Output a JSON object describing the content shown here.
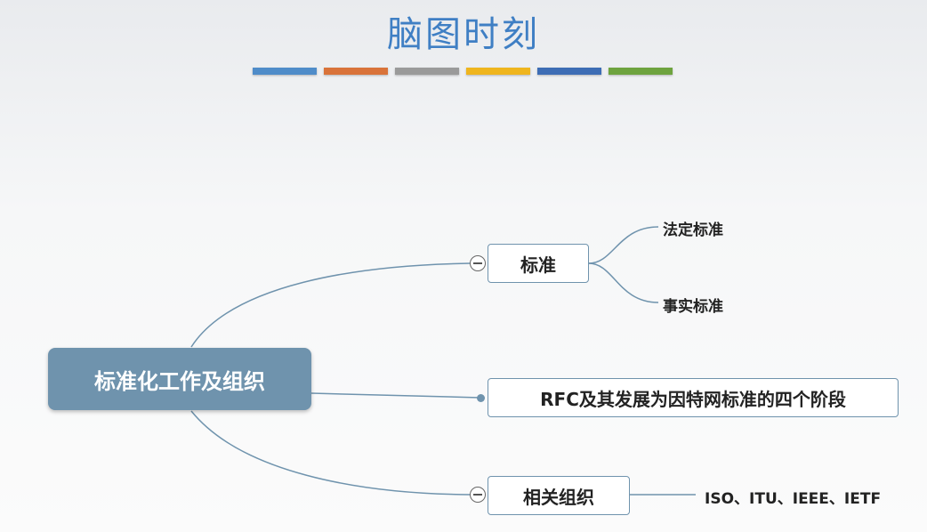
{
  "title": "脑图时刻",
  "color_bars": [
    "#4f8cc9",
    "#d9733a",
    "#9a9a9a",
    "#efb51e",
    "#3d6db5",
    "#6ea33f"
  ],
  "mindmap": {
    "root": "标准化工作及组织",
    "branches": [
      {
        "label": "标准",
        "collapse_icon": "minus-circle-icon",
        "children": [
          "法定标准",
          "事实标准"
        ]
      },
      {
        "label": "RFC及其发展为因特网标准的四个阶段",
        "connector_icon": "dot-icon",
        "children": []
      },
      {
        "label": "相关组织",
        "collapse_icon": "minus-circle-icon",
        "children": [
          "ISO、ITU、IEEE、IETF"
        ]
      }
    ]
  }
}
